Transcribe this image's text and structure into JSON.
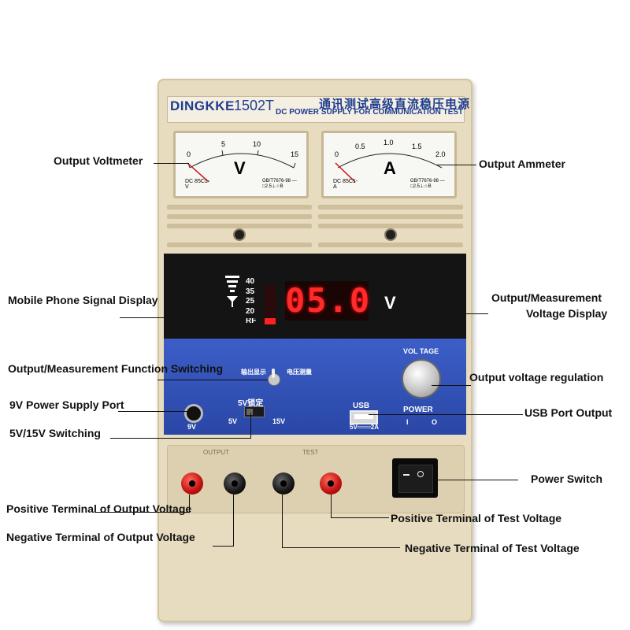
{
  "device": {
    "brand": "DINGKKE",
    "model": "1502T",
    "chinese_title": "通讯测试高级直流稳压电源",
    "english_title": "DC POWER SUPPLY FOR COMMUNICATION TEST",
    "voltmeter": {
      "unit": "V",
      "scale": [
        "0",
        "5",
        "10",
        "15"
      ],
      "left_note": "DC 85C1-V",
      "right_note": "GB/T7676-98 —□2.5⊥☆B"
    },
    "ammeter": {
      "unit": "A",
      "scale": [
        "0",
        "0.5",
        "1.0",
        "1.5",
        "2.0"
      ],
      "left_note": "DC 85C1-A",
      "right_note": "GB/T7676-98 —□2.5⊥☆B"
    },
    "display": {
      "reading": "05.0",
      "unit": "V",
      "signal_levels": [
        "40",
        "35",
        "25",
        "20",
        "RF"
      ]
    },
    "panel": {
      "switch_left": "输出显示",
      "switch_right": "电压测量",
      "lock_label": "5V锁定",
      "lock_5v": "5V",
      "lock_15v": "15V",
      "port_9v": "9V",
      "voltage_label": "VOL TAGE",
      "usb_label": "USB",
      "usb_rating": "5V═══2A",
      "power_label": "POWER",
      "power_on": "I",
      "power_off": "O"
    },
    "lower": {
      "output_label": "OUTPUT",
      "test_label": "TEST"
    }
  },
  "callouts": {
    "output_voltmeter": "Output Voltmeter",
    "output_ammeter": "Output Ammeter",
    "signal_display": "Mobile Phone Signal Display",
    "voltage_display_1": "Output/Measurement",
    "voltage_display_2": "Voltage Display",
    "function_switching": "Output/Measurement Function Switching",
    "voltage_regulation": "Output voltage regulation",
    "port_9v": "9V Power Supply Port",
    "usb_output": "USB Port Output",
    "switch_5v15v": "5V/15V Switching",
    "power_switch": "Power Switch",
    "pos_output": "Positive Terminal of Output Voltage",
    "pos_test": "Positive Terminal of Test Voltage",
    "neg_output": "Negative Terminal of Output Voltage",
    "neg_test": "Negative Terminal of Test Voltage"
  },
  "colors": {
    "body": "#e8dcc0",
    "brand_blue": "#1f3d8f",
    "panel_blue": "#3554b8",
    "led_red": "#ff2a2a"
  }
}
